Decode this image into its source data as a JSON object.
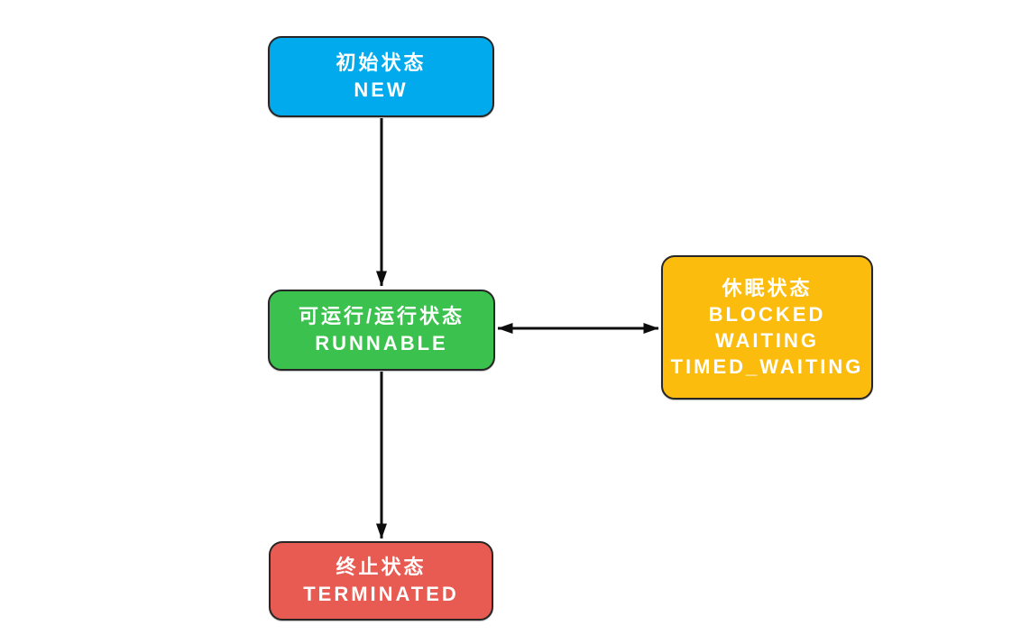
{
  "diagram": {
    "description": "Java thread lifecycle state diagram",
    "background_color": "#ffffff",
    "border_color": "#262626",
    "text_color": "#ffffff",
    "arrow_color": "#0d0d0d",
    "nodes": {
      "new": {
        "lines": [
          "初始状态",
          "NEW"
        ],
        "color": "#00aaec"
      },
      "runnable": {
        "lines": [
          "可运行/运行状态",
          "RUNNABLE"
        ],
        "color": "#3bc24e"
      },
      "blocked": {
        "lines": [
          "休眠状态",
          "BLOCKED",
          "WAITING",
          "TIMED_WAITING"
        ],
        "color": "#fbbc0d"
      },
      "terminated": {
        "lines": [
          "终止状态",
          "TERMINATED"
        ],
        "color": "#e85b52"
      }
    },
    "edges": [
      {
        "from": "new",
        "to": "runnable",
        "direction": "one-way-down"
      },
      {
        "from": "runnable",
        "to": "blocked",
        "direction": "two-way-horizontal"
      },
      {
        "from": "runnable",
        "to": "terminated",
        "direction": "one-way-down"
      }
    ]
  }
}
